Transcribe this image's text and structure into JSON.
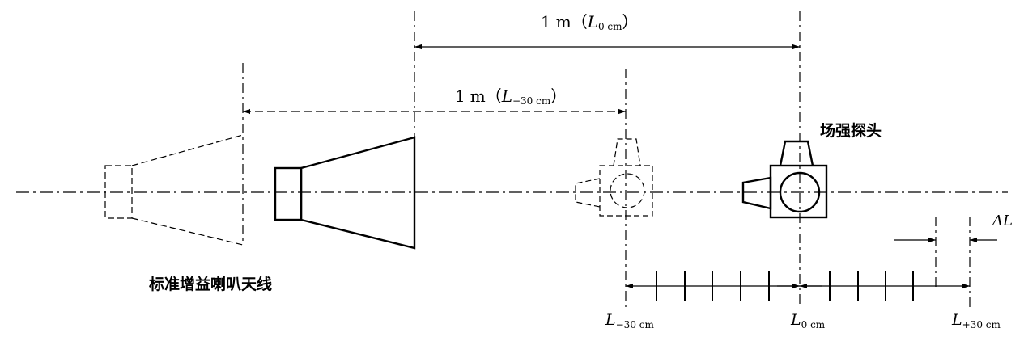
{
  "labels": {
    "distance_top_num": "1",
    "distance_top_unit": "m（",
    "distance_top_sym": "L",
    "distance_top_sub": "0 cm",
    "distance_top_close": "）",
    "distance_mid_num": "1",
    "distance_mid_unit": "m（",
    "distance_mid_sym": "L",
    "distance_mid_sub": "−30 cm",
    "distance_mid_close": "）",
    "probe": "场强探头",
    "antenna": "标准增益喇叭天线",
    "delta": "ΔL",
    "tick_left_sym": "L",
    "tick_left_sub": "−30 cm",
    "tick_center_sym": "L",
    "tick_center_sub": "0 cm",
    "tick_right_sym": "L",
    "tick_right_sub": "+30 cm"
  }
}
